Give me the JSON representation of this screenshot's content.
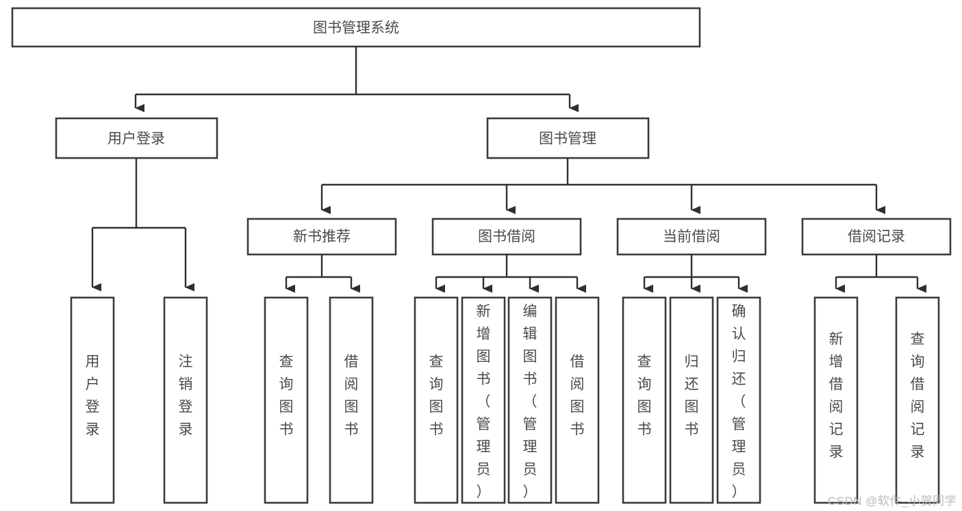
{
  "diagram": {
    "type": "tree-hierarchy-chart",
    "title": "图书管理系统",
    "watermark": "CSDN @软件_小贺同学",
    "colors": {
      "background": "#ffffff",
      "box_stroke": "#3a3a3a",
      "box_fill": "#ffffff",
      "edge": "#2f2f2f",
      "text": "#4a4a4a",
      "watermark": "#b9b9b9"
    },
    "root": {
      "label": "图书管理系统"
    },
    "level2": [
      {
        "label": "用户登录"
      },
      {
        "label": "图书管理"
      }
    ],
    "level3": [
      {
        "label": "新书推荐"
      },
      {
        "label": "图书借阅"
      },
      {
        "label": "当前借阅"
      },
      {
        "label": "借阅记录"
      }
    ],
    "leaves": {
      "user_login": [
        "用户登录",
        "注销登录"
      ],
      "new_book_recommend": [
        "查询图书",
        "借阅图书"
      ],
      "book_borrow": [
        "查询图书",
        "新增图书（管理员）",
        "编辑图书（管理员）",
        "借阅图书"
      ],
      "current_borrow": [
        "查询图书",
        "归还图书",
        "确认归还（管理员）"
      ],
      "borrow_record": [
        "新增借阅记录",
        "查询借阅记录"
      ]
    }
  }
}
